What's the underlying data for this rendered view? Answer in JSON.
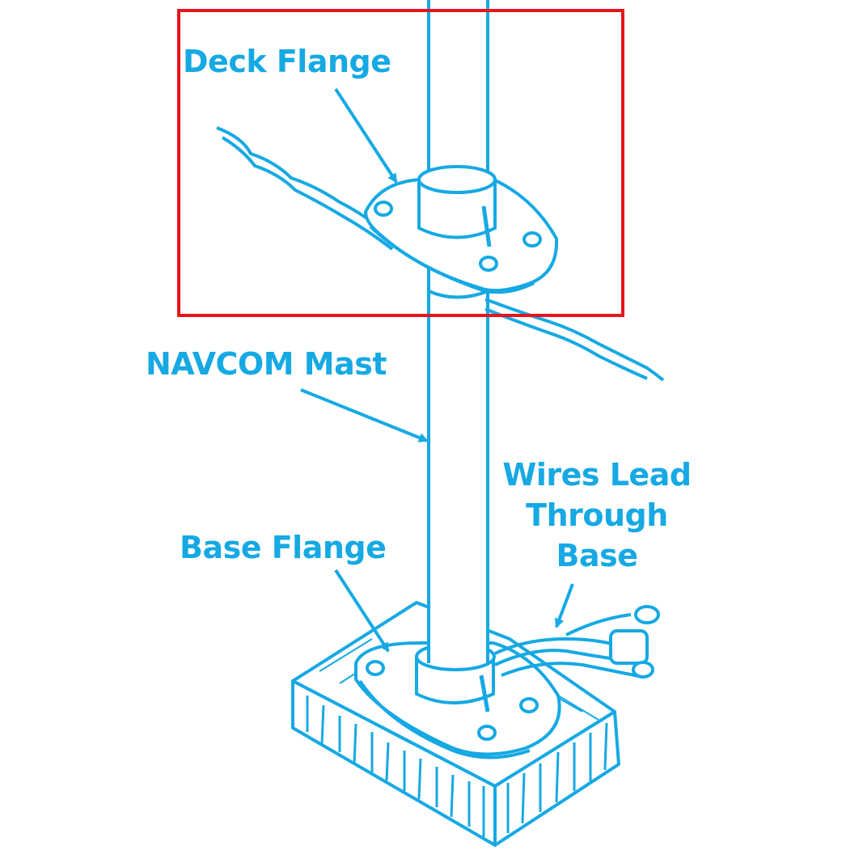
{
  "labels": {
    "deck_flange": "Deck Flange",
    "navcom_mast": "NAVCOM Mast",
    "base_flange": "Base Flange",
    "wires_line1": "Wires Lead",
    "wires_line2": "Through",
    "wires_line3": "Base"
  },
  "colors": {
    "ink": "#16a9e3",
    "highlight_box": "#e8141b",
    "background": "#ffffff"
  }
}
